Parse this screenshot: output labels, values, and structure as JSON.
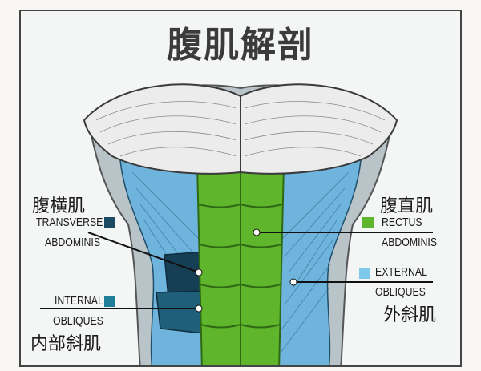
{
  "title": "腹肌解剖",
  "labels": {
    "transverse_cn": "腹横肌",
    "transverse_en_1": "TRANSVERSE",
    "transverse_en_2": "ABDOMINIS",
    "internal_en_1": "INTERNAL",
    "internal_en_2": "OBLIQUES",
    "internal_cn": "内部斜肌",
    "rectus_cn": "腹直肌",
    "rectus_en_1": "RECTUS",
    "rectus_en_2": "ABDOMINIS",
    "external_en_1": "EXTERNAL",
    "external_en_2": "OBLIQUES",
    "external_cn": "外斜肌"
  },
  "colors": {
    "transverse": "#1d4a63",
    "internal": "#1f7f9a",
    "rectus": "#5fb52c",
    "external": "#7ec8ea",
    "oblique_body": "#6fb4dc",
    "chest": "#e8e8e8"
  }
}
